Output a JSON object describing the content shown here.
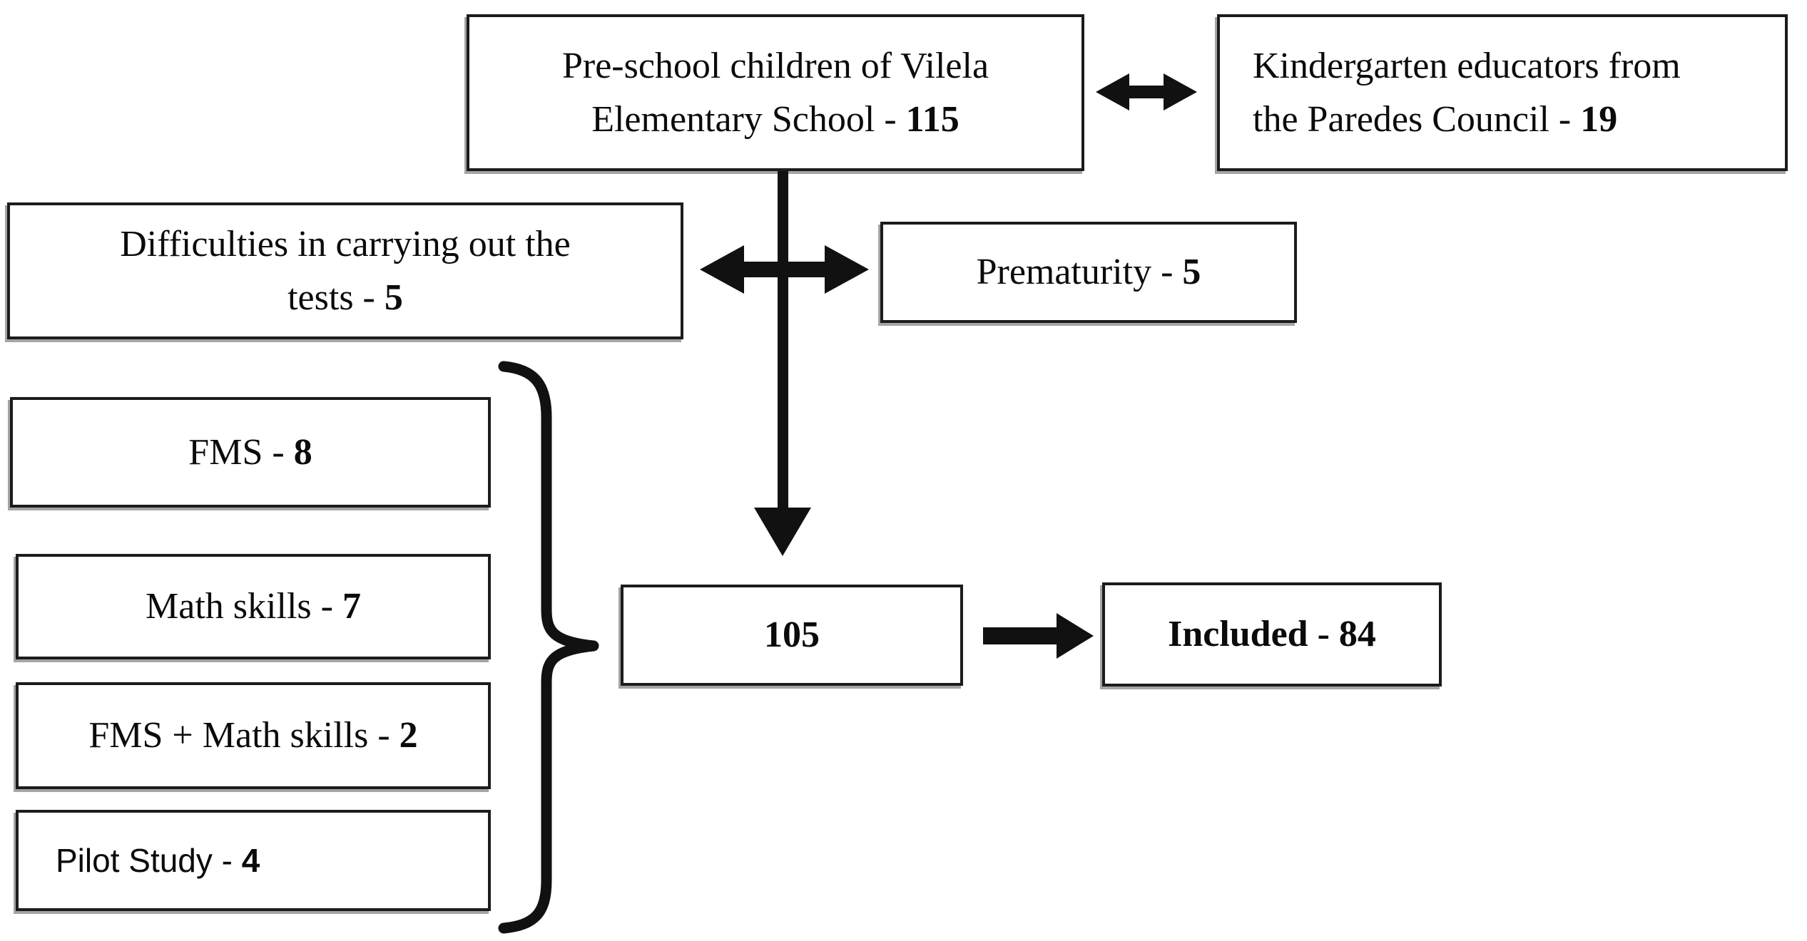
{
  "diagram": {
    "background_color": "#ffffff",
    "line_color": "#111111",
    "boxes": {
      "preschool": {
        "line1": "Pre-school children of Vilela",
        "line2_label": "Elementary School - ",
        "line2_value": "115"
      },
      "kindergarten": {
        "line1": "Kindergarten educators from",
        "line2_label": "the Paredes Council - ",
        "line2_value": "19"
      },
      "difficulties": {
        "line1": "Difficulties in carrying out the",
        "line2_label": "tests - ",
        "line2_value": "5"
      },
      "prematurity": {
        "label": "Prematurity - ",
        "value": "5"
      },
      "fms": {
        "label": "FMS - ",
        "value": "8"
      },
      "math_skills": {
        "label": "Math skills - ",
        "value": "7"
      },
      "fms_math_skills": {
        "label": "FMS + Math skills - ",
        "value": "2"
      },
      "pilot_study": {
        "label": "Pilot Study - ",
        "value": "4"
      },
      "total": {
        "value": "105"
      },
      "included": {
        "value": "Included - 84"
      }
    }
  }
}
